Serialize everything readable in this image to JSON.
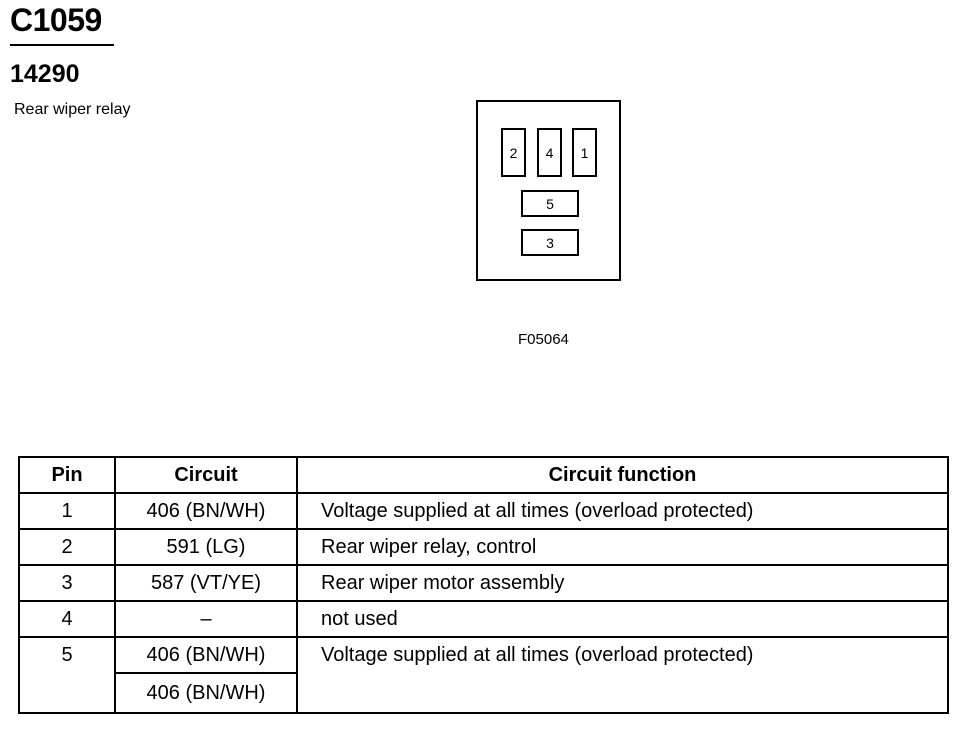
{
  "header": {
    "connector_id": "C1059",
    "component_id": "14290",
    "component_name": "Rear wiper relay"
  },
  "diagram": {
    "pins_top_row": [
      "2",
      "4",
      "1"
    ],
    "pins_stacked": [
      "5",
      "3"
    ],
    "figure_id": "F05064"
  },
  "table": {
    "headers": [
      "Pin",
      "Circuit",
      "Circuit function"
    ],
    "rows": [
      {
        "pin": "1",
        "circuit": "406 (BN/WH)",
        "function": "Voltage supplied at all times (overload protected)"
      },
      {
        "pin": "2",
        "circuit": "591 (LG)",
        "function": "Rear wiper relay, control"
      },
      {
        "pin": "3",
        "circuit": "587 (VT/YE)",
        "function": "Rear wiper motor assembly"
      },
      {
        "pin": "4",
        "circuit": "–",
        "function": "not used"
      },
      {
        "pin": "5",
        "circuits": [
          "406 (BN/WH)",
          "406 (BN/WH)"
        ],
        "function": "Voltage supplied at all times (overload protected)"
      }
    ]
  }
}
